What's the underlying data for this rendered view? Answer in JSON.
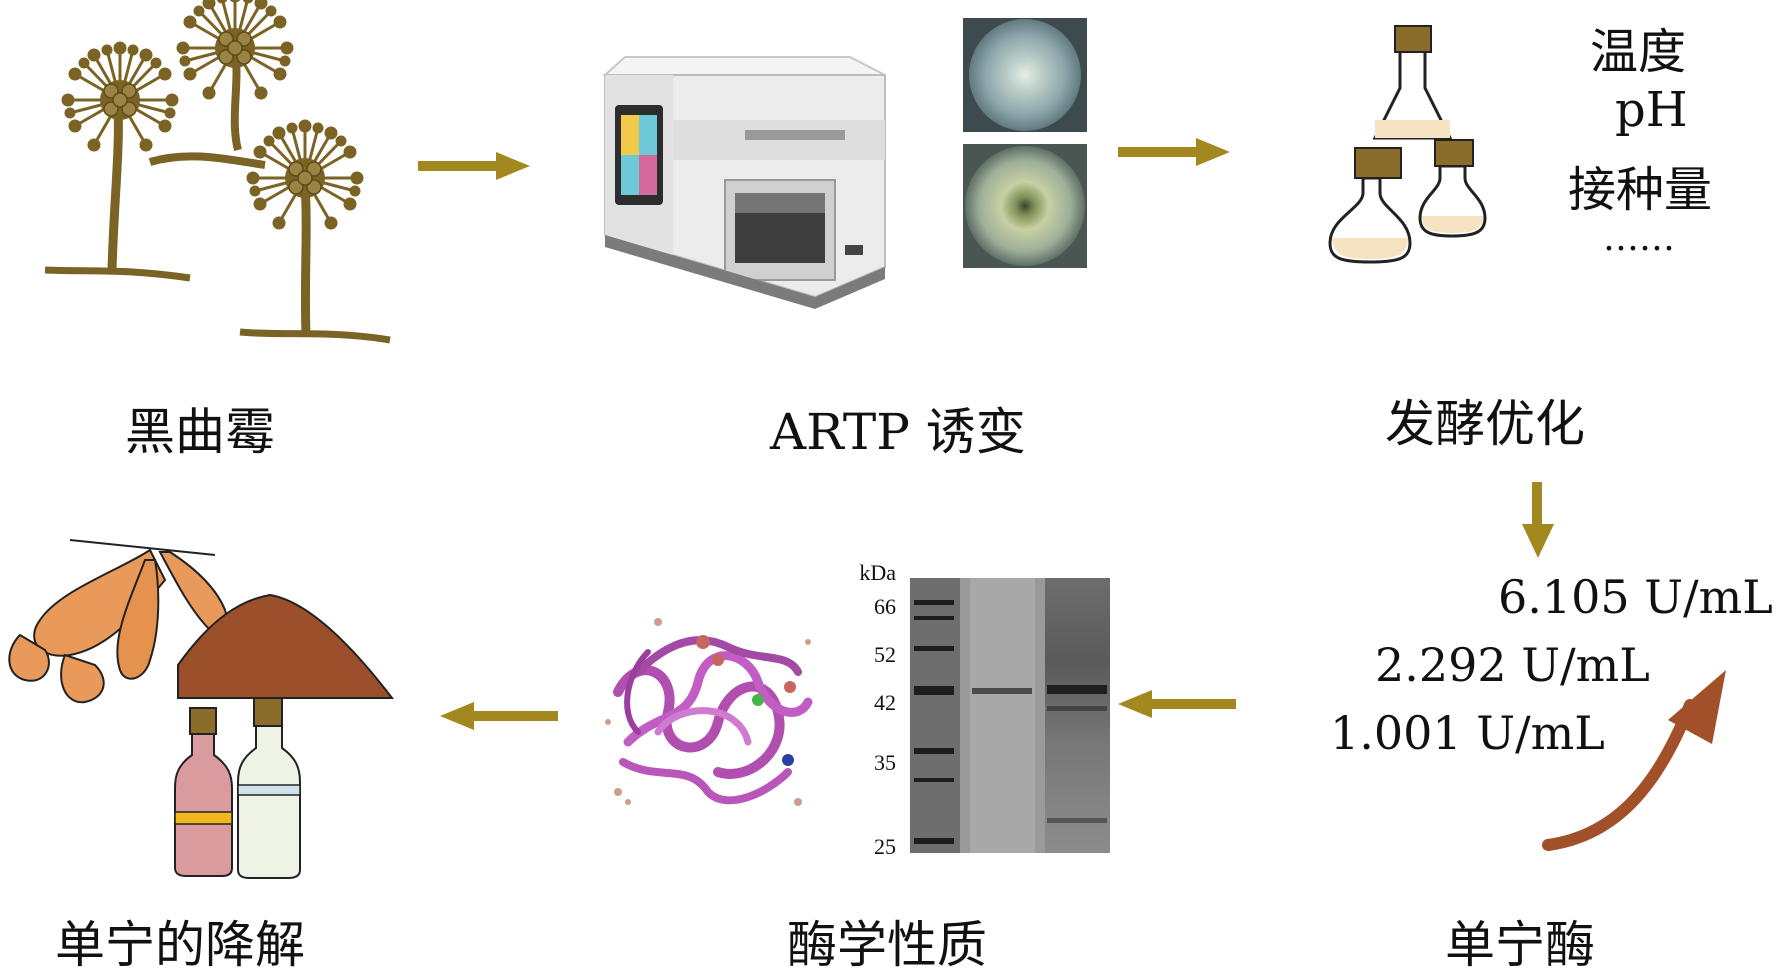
{
  "steps": {
    "aspergillus": "黑曲霉",
    "artp": "ARTP 诱变",
    "fermentation": "发酵优化",
    "tannase": "单宁酶",
    "enzyme_properties": "酶学性质",
    "tannin_degradation": "单宁的降解"
  },
  "fermentation_factors": [
    "温度",
    "pH",
    "接种量",
    "……"
  ],
  "activities": [
    "6.105 U/mL",
    "2.292 U/mL",
    "1.001 U/mL"
  ],
  "gel": {
    "unit": "kDa",
    "markers": [
      "66",
      "52",
      "42",
      "35",
      "25"
    ]
  },
  "colors": {
    "arrow": "#a3871f",
    "fungus": "#7a6324",
    "curve_arrow": "#a1502a",
    "peel": "#e9995a",
    "powder": "#9b4f2b"
  },
  "icons": {
    "fungus": "aspergillus-illustration",
    "machine": "artp-instrument",
    "plates": "petri-dish-photos",
    "flasks": "erlenmeyer-flasks",
    "protein": "protein-structure",
    "gel": "sds-page-gel",
    "products": "peel-powder-bottles"
  }
}
